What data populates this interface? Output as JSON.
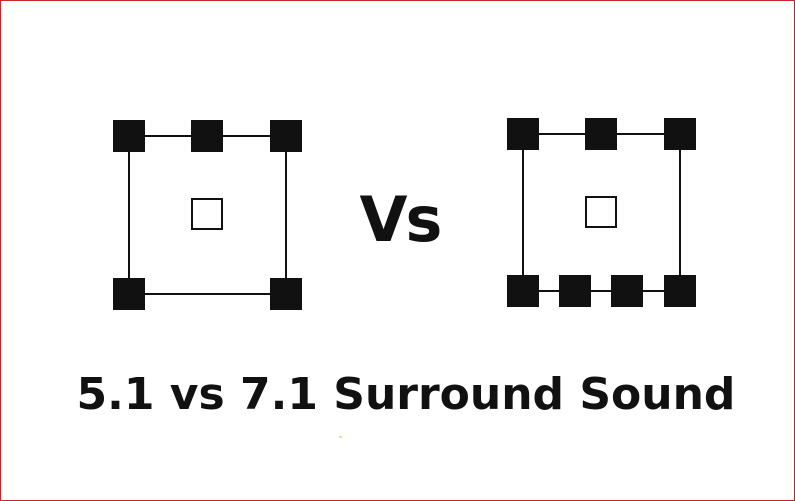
{
  "comparison_label": "Vs",
  "caption": "5.1 vs 7.1 Surround Sound",
  "colors": {
    "border": "#c62828",
    "speaker": "#111111",
    "background": "#ffffff",
    "text": "#111111"
  },
  "layouts": [
    {
      "channel_config": "5.1",
      "speakers": [
        "front-left",
        "center",
        "front-right",
        "rear-left",
        "rear-right"
      ],
      "subwoofer": "subwoofer"
    },
    {
      "channel_config": "7.1",
      "speakers": [
        "front-left",
        "center",
        "front-right",
        "rear-left",
        "rear-center-left",
        "rear-center-right",
        "rear-right"
      ],
      "subwoofer": "subwoofer"
    }
  ]
}
